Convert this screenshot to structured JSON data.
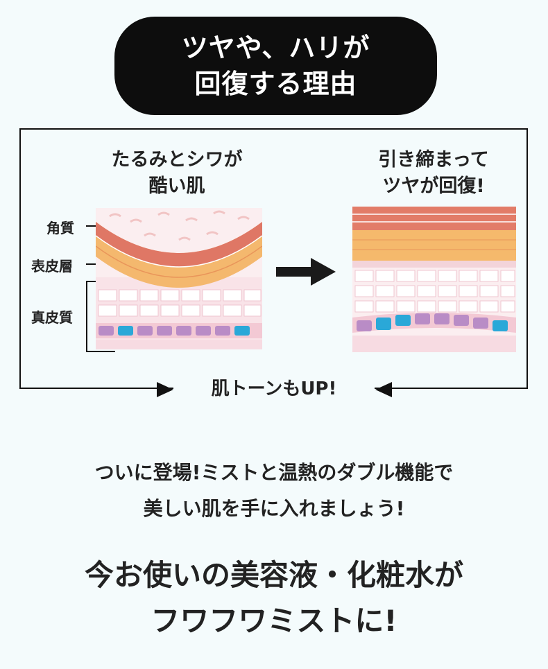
{
  "title": {
    "line1": "ツヤや、ハリが",
    "line2": "回復する理由"
  },
  "panel_left": {
    "caption_line1": "たるみとシワが",
    "caption_line2": "酷い肌"
  },
  "panel_right": {
    "caption_line1": "引き締まって",
    "caption_line2": "ツヤが回復!"
  },
  "layers": {
    "stratum_corneum": "角質",
    "epidermis": "表皮層",
    "dermis": "真皮質"
  },
  "banner": "肌トーンもUP!",
  "intro": {
    "line1": "ついに登場!ミストと温熱のダブル機能で",
    "line2": "美しい肌を手に入れましょう!"
  },
  "headline": {
    "line1": "今お使いの美容液・化粧水が",
    "line2": "フワフワミストに!"
  },
  "colors": {
    "pill": "#0d0d0d",
    "background": "#f4fbfc",
    "corneum": "#e07a6a",
    "epidermis": "#f2b36a",
    "dermis": "#f7dde2",
    "cell_blue": "#2aa8d8",
    "cell_purple": "#b98cc6"
  }
}
